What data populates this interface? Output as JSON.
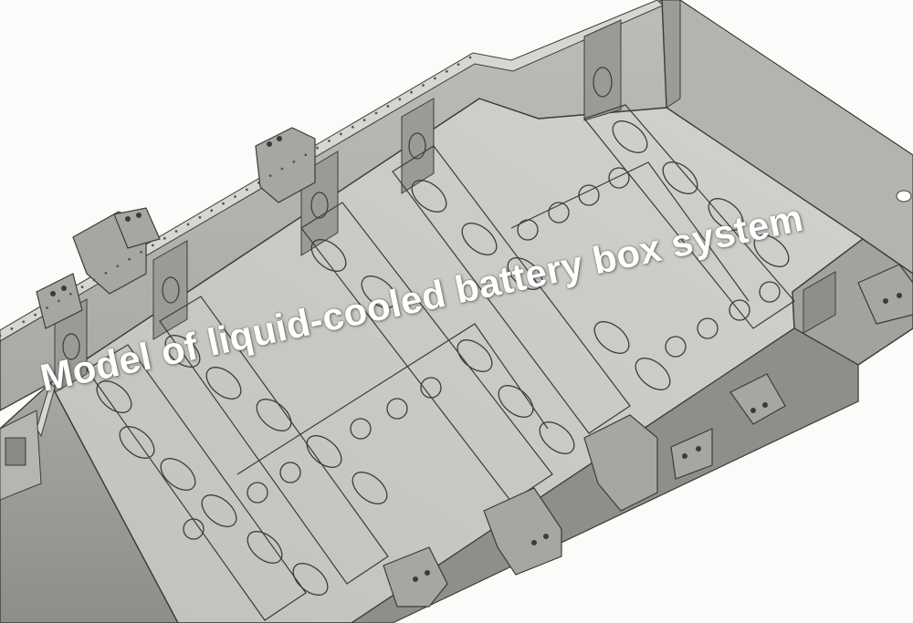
{
  "caption": "Model of liquid-cooled battery box system",
  "colors": {
    "background": "#fbfbfa",
    "floor": "#c9c9c3",
    "wall_outer": "#a2a29c",
    "wall_inner": "#b9b9b3",
    "rim": "#d7d7d1",
    "line": "#3b3b3b",
    "caption": "#ffffff"
  },
  "components": [
    {
      "name": "tray-floor"
    },
    {
      "name": "side-wall"
    },
    {
      "name": "mounting-brackets"
    },
    {
      "name": "cooling-channels"
    },
    {
      "name": "cooling-ports"
    }
  ]
}
